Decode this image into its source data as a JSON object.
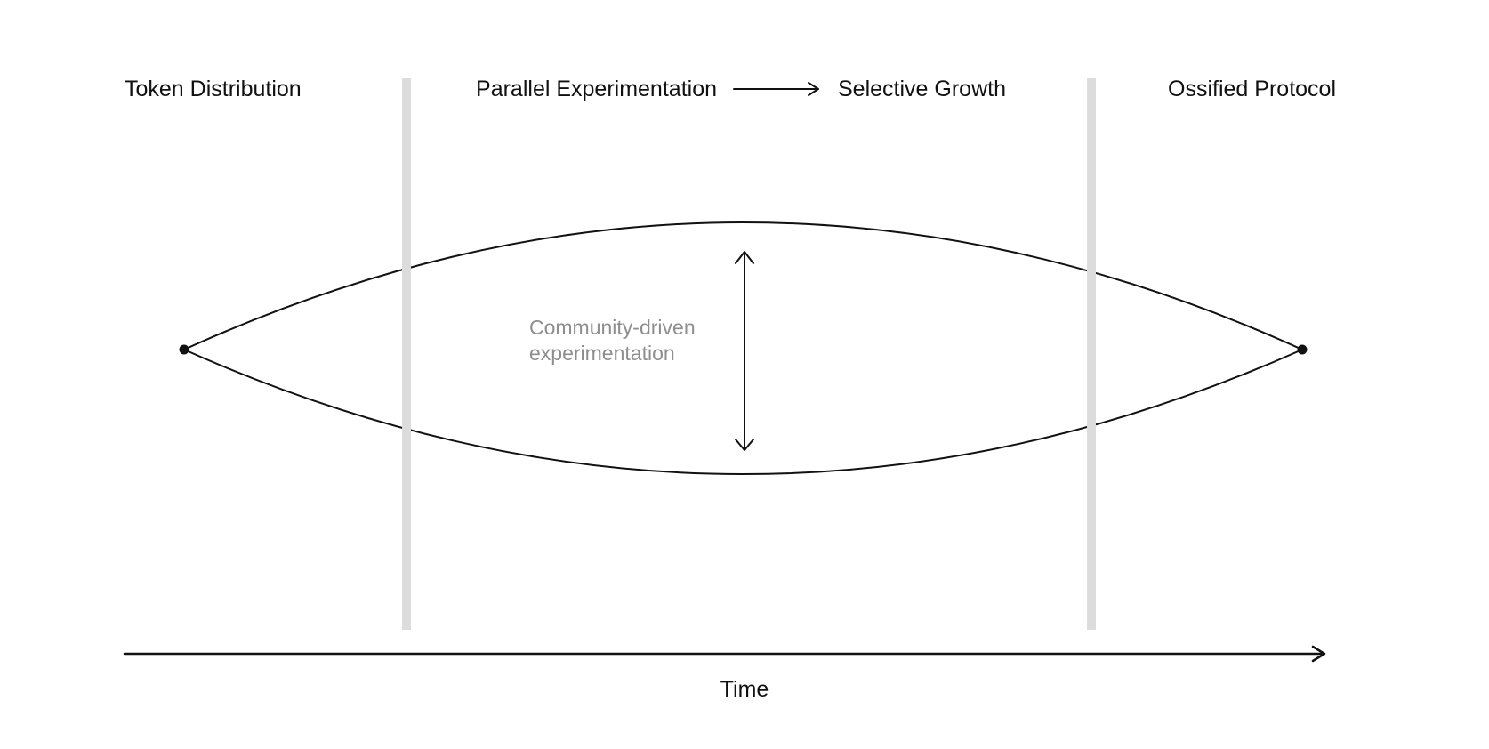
{
  "header": {
    "left_label": "Token Distribution",
    "middle_left_label": "Parallel Experimentation",
    "middle_right_label": "Selective Growth",
    "right_label": "Ossified Protocol",
    "middle_arrow_icon": "right-arrow"
  },
  "lens": {
    "annotation_line1": "Community-driven",
    "annotation_line2": "experimentation",
    "range_arrow_icon": "vertical-double-arrow"
  },
  "axis": {
    "label": "Time",
    "arrow_icon": "right-arrow"
  },
  "colors": {
    "background": "#ffffff",
    "stroke": "#111111",
    "divider": "#dcdcdc",
    "annotation_text": "#8e8e8e",
    "label_text": "#111111"
  }
}
